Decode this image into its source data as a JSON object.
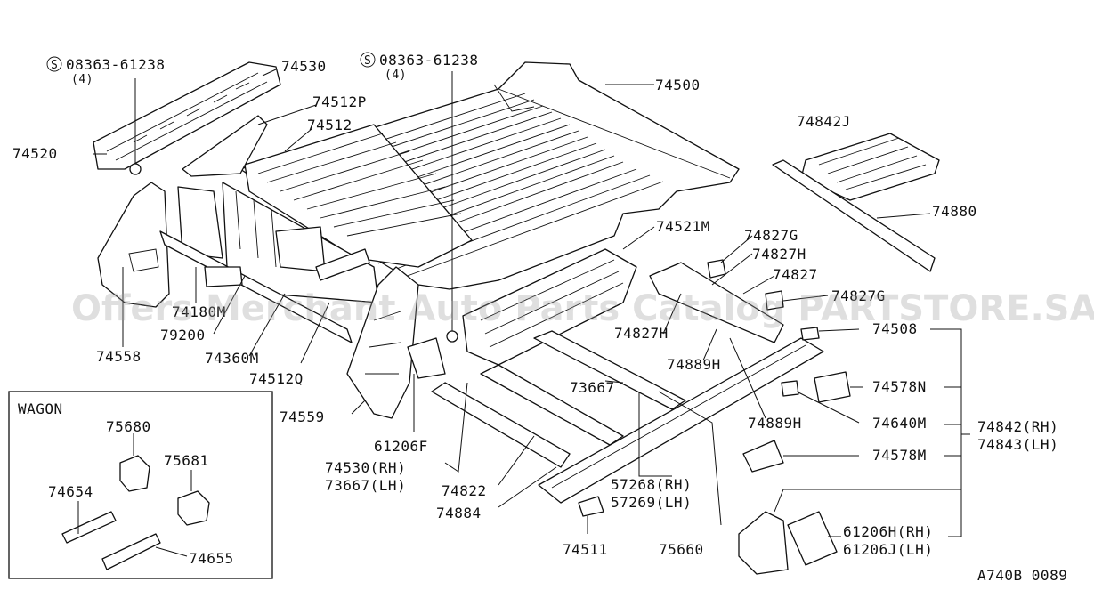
{
  "watermark": "Offers Merchant Auto Parts Catalog PARTSTORE.SA",
  "code": "A740B 0089",
  "wagon_title": "WAGON",
  "screw_symbol": "S",
  "callouts": [
    {
      "id": "screw-left",
      "text": "08363-61238",
      "qty": "(4)"
    },
    {
      "id": "screw-center",
      "text": "08363-61238",
      "qty": "(4)"
    }
  ],
  "labels": {
    "p74530_top": "74530",
    "p74512P": "74512P",
    "p74512": "74512",
    "p74520": "74520",
    "p74500": "74500",
    "p74842J": "74842J",
    "p74880": "74880",
    "p74521M": "74521M",
    "p74827G_a": "74827G",
    "p74827H_a": "74827H",
    "p74827": "74827",
    "p74827G_b": "74827G",
    "p74827H_b": "74827H",
    "p74889H_a": "74889H",
    "p74889H_b": "74889H",
    "p74508": "74508",
    "p74578N": "74578N",
    "p74640M": "74640M",
    "p74578M": "74578M",
    "p74842": "74842(RH)",
    "p74843": "74843(LH)",
    "p61206H": "61206H(RH)",
    "p61206J": "61206J(LH)",
    "p75660": "75660",
    "p57268": "57268(RH)",
    "p57269": "57269(LH)",
    "p74511": "74511",
    "p73667_c": "73667",
    "p74822": "74822",
    "p74884": "74884",
    "p74530_rh": "74530(RH)",
    "p73667_lh": "73667(LH)",
    "p61206F": "61206F",
    "p74559": "74559",
    "p74512Q": "74512Q",
    "p74360M": "74360M",
    "p79200": "79200",
    "p74558": "74558",
    "p74180M": "74180M",
    "p75680": "75680",
    "p75681": "75681",
    "p74654": "74654",
    "p74655": "74655"
  }
}
